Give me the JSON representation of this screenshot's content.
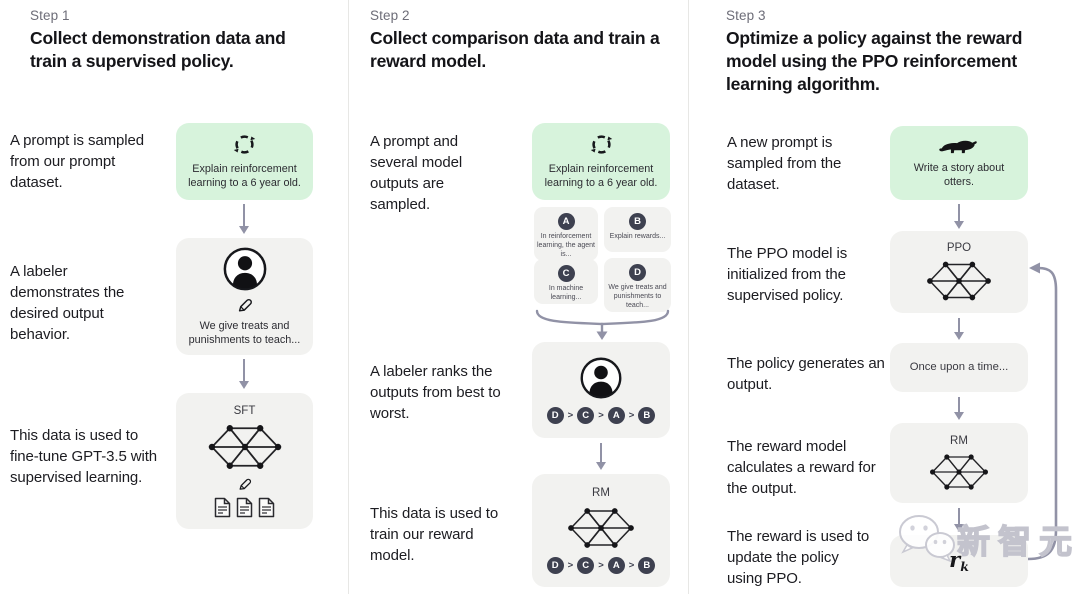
{
  "colors": {
    "background": "#ffffff",
    "green_box": "#d7f3dc",
    "gray_box": "#f2f2f0",
    "arrow": "#9192a6",
    "dark_circle": "#3e4150",
    "step_label": "#6d6d78",
    "title_text": "#141418"
  },
  "symbols": {
    "gt": ">"
  },
  "columns": [
    {
      "step_label": "Step 1",
      "title": "Collect demonstration data and train a supervised policy.",
      "row1_text": "A prompt is sampled from our prompt dataset.",
      "row2_text": "A labeler demonstrates the desired output behavior.",
      "row3_text": "This data is used to fine-tune GPT-3.5 with supervised learning.",
      "prompt_box_text": "Explain reinforcement learning to a 6 year old.",
      "labeler_box_text": "We give treats and punishments to teach...",
      "sft_label": "SFT"
    },
    {
      "step_label": "Step 2",
      "title": "Collect comparison data and train a reward model.",
      "row1_text": "A prompt and several model outputs are sampled.",
      "row2_text": "A labeler ranks the outputs from best to worst.",
      "row3_text": "This data is used to train our reward model.",
      "prompt_box_text": "Explain reinforcement learning to a 6 year old.",
      "outputs": [
        {
          "label": "A",
          "text": "In reinforcement learning, the agent is..."
        },
        {
          "label": "B",
          "text": "Explain rewards..."
        },
        {
          "label": "C",
          "text": "In machine learning..."
        },
        {
          "label": "D",
          "text": "We give treats and punishments to teach..."
        }
      ],
      "ranking": [
        "D",
        "C",
        "A",
        "B"
      ],
      "rm_label": "RM"
    },
    {
      "step_label": "Step 3",
      "title": "Optimize a policy against the reward model using the PPO reinforcement learning algorithm.",
      "row1_text": "A new prompt is sampled from the dataset.",
      "row2_text": "The PPO model is initialized from the supervised policy.",
      "row3_text": "The policy generates an output.",
      "row4_text": "The reward model calculates a reward for the output.",
      "row5_text": "The reward is used to update the policy using PPO.",
      "prompt_box_text": "Write a story about otters.",
      "ppo_label": "PPO",
      "output_box_text": "Once upon a time...",
      "rm_label": "RM",
      "reward_symbol": "r",
      "reward_subscript": "k"
    }
  ],
  "icons": {
    "sample_cycle": "refresh-cycle-arrows",
    "labeler": "person-in-circle",
    "write": "pencil",
    "documents": "three-documents",
    "otter": "otter-silhouette",
    "network": "neural-network-nodes",
    "watermark_logo": "wechat-bubbles"
  },
  "watermark": {
    "text": "新智元"
  }
}
